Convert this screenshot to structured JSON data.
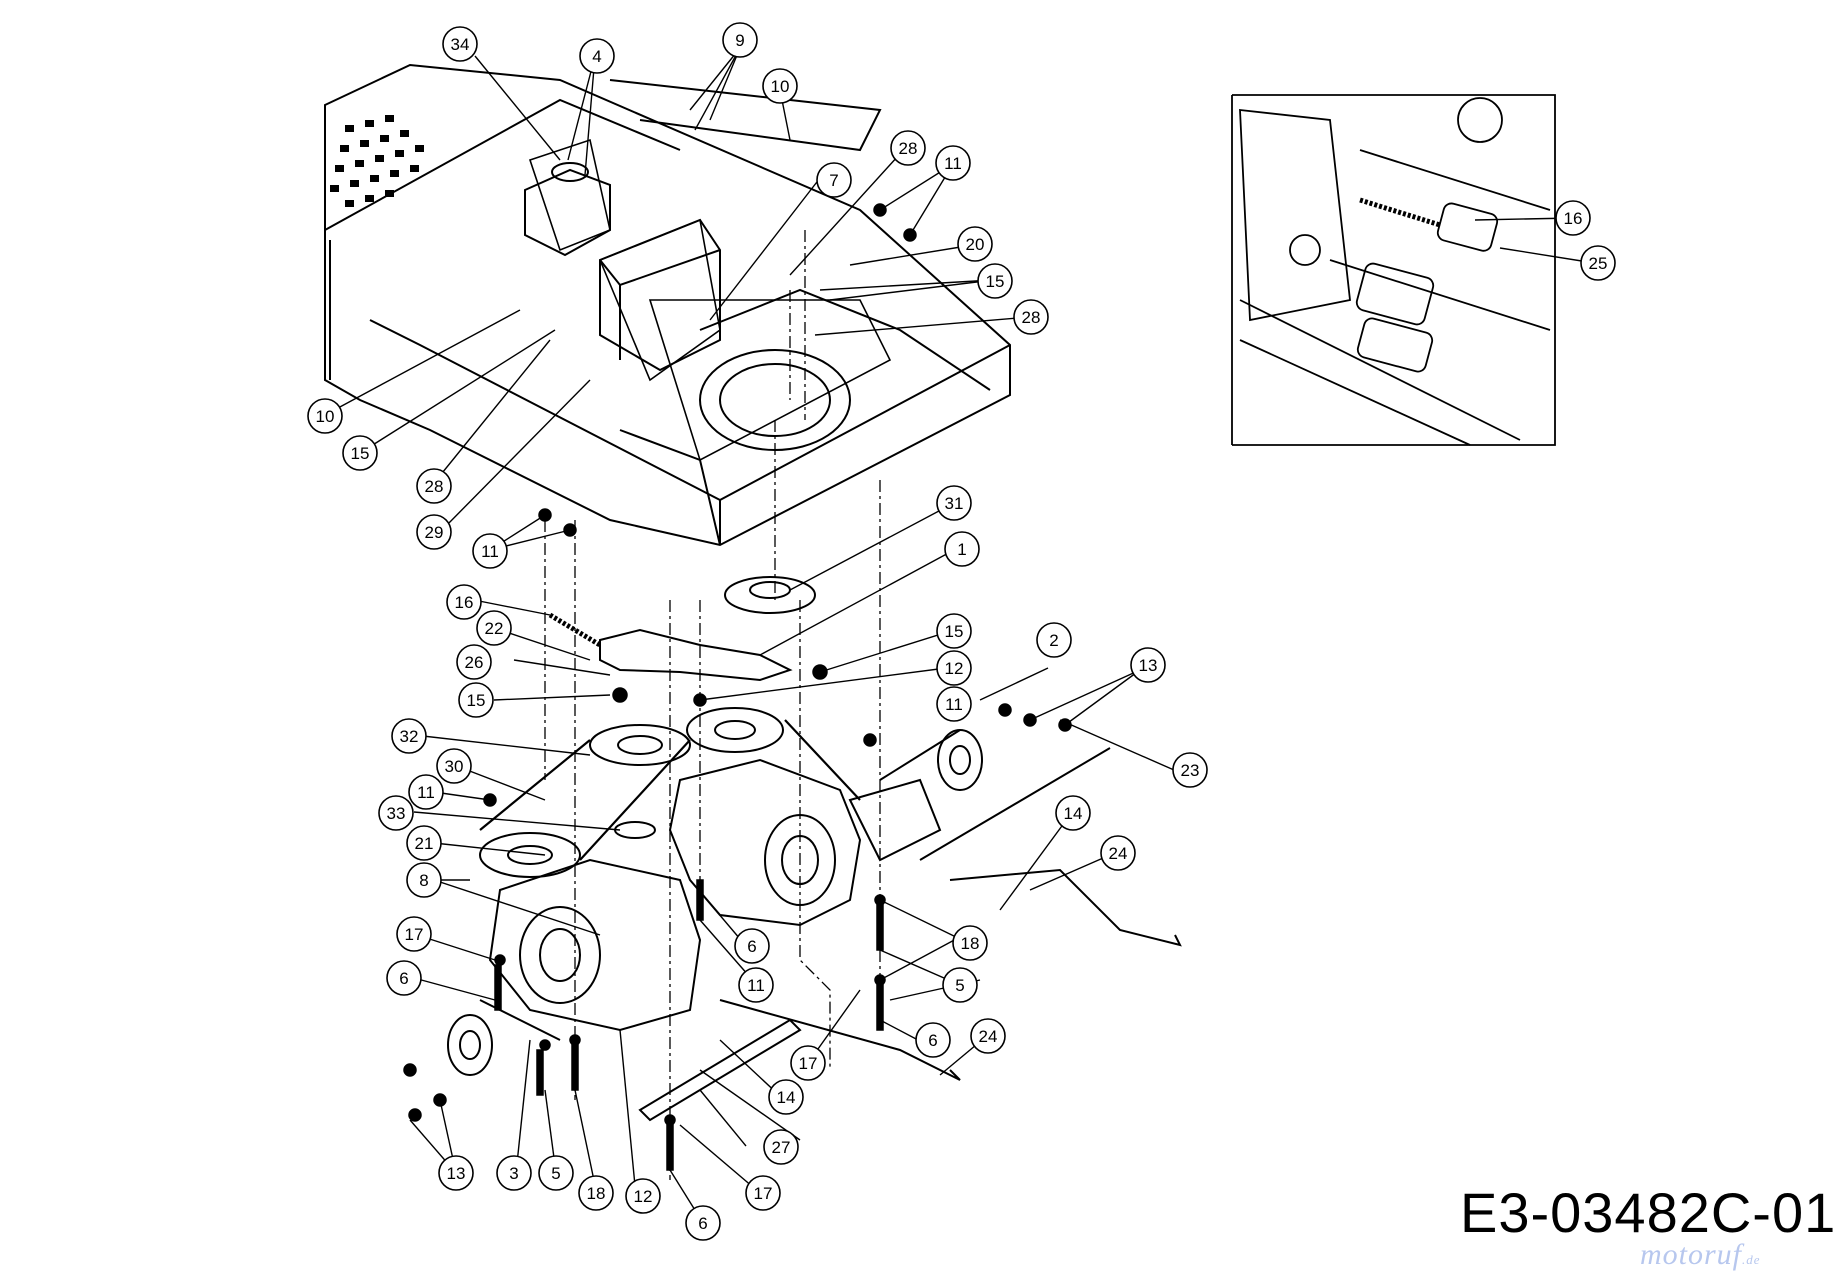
{
  "drawing_code": "E3-03482C-01",
  "watermark": {
    "brand": "motoruf",
    "tld": ".de"
  },
  "labels": [
    "34",
    "4",
    "9",
    "10",
    "7",
    "28",
    "11",
    "20",
    "15",
    "28",
    "10",
    "15",
    "28",
    "29",
    "11",
    "31",
    "1",
    "16",
    "22",
    "26",
    "15",
    "15",
    "12",
    "32",
    "30",
    "11",
    "33",
    "21",
    "8",
    "17",
    "6",
    "13",
    "3",
    "5",
    "18",
    "12",
    "6",
    "17",
    "27",
    "14",
    "17",
    "6",
    "24",
    "5",
    "18",
    "11",
    "6",
    "24",
    "14",
    "23",
    "13",
    "2",
    "11",
    "16",
    "25"
  ],
  "colors": {
    "line": "#000000",
    "background": "#ffffff",
    "watermark": "#b7c7ee"
  }
}
